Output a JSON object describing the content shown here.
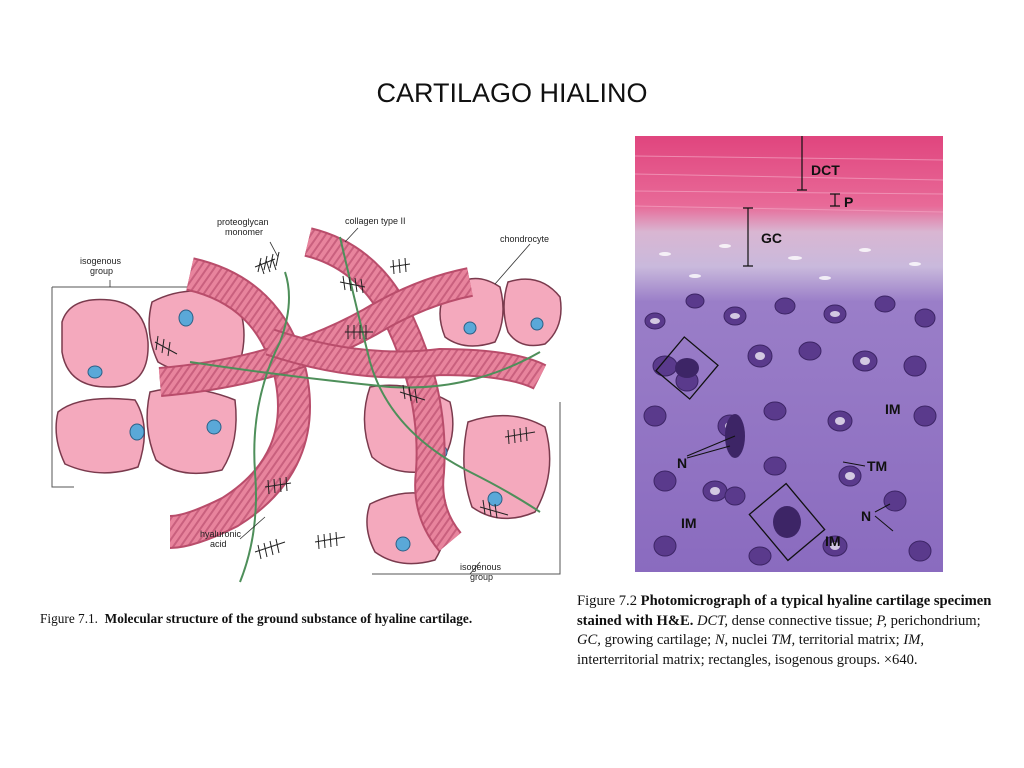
{
  "slide": {
    "title": "CARTILAGO HIALINO"
  },
  "figure1": {
    "labels": {
      "proteoglycan_line1": "proteoglycan",
      "proteoglycan_line2": "monomer",
      "collagen": "collagen type II",
      "chondrocyte": "chondrocyte",
      "isogenous_top_line1": "isogenous",
      "isogenous_top_line2": "group",
      "hyaluronic_line1": "hyaluronic",
      "hyaluronic_line2": "acid",
      "isogenous_bottom_line1": "isogenous",
      "isogenous_bottom_line2": "group"
    },
    "caption": {
      "prefix": "Figure 7.1.",
      "bold": "Molecular structure of the ground substance of hyaline cartilage."
    },
    "colors": {
      "cell": "#f4a9bd",
      "nucleus": "#5aa8d8",
      "fiber": "#e07a95",
      "fiber_dark": "#b94d6b",
      "hyaluronic": "#4e8f5a"
    }
  },
  "figure2": {
    "labels": {
      "dct": "DCT",
      "p": "P",
      "gc": "GC",
      "im_right": "IM",
      "n_left": "N",
      "tm": "TM",
      "im_left": "IM",
      "n_right": "N",
      "im_bottom": "IM"
    },
    "caption": {
      "prefix": "Figure 7.2",
      "bold": "Photomicrograph of a typical hyaline cartilage specimen stained with H&E.",
      "dct_abbr": "DCT,",
      "dct_text": "dense connective tissue;",
      "p_abbr": "P,",
      "p_text": "perichondrium;",
      "gc_abbr": "GC,",
      "gc_text": "growing cartilage;",
      "n_abbr": "N,",
      "n_text": "nuclei",
      "tm_abbr": "TM,",
      "tm_text": "territorial matrix;",
      "im_abbr": "IM,",
      "im_text": "interterritorial matrix; rectangles, isogenous groups.",
      "mag": "×640."
    },
    "colors": {
      "dct": "#e0457e",
      "matrix": "#8a6bbf",
      "cell": "#5a3a8c",
      "lacuna": "#e9e2f2"
    }
  }
}
